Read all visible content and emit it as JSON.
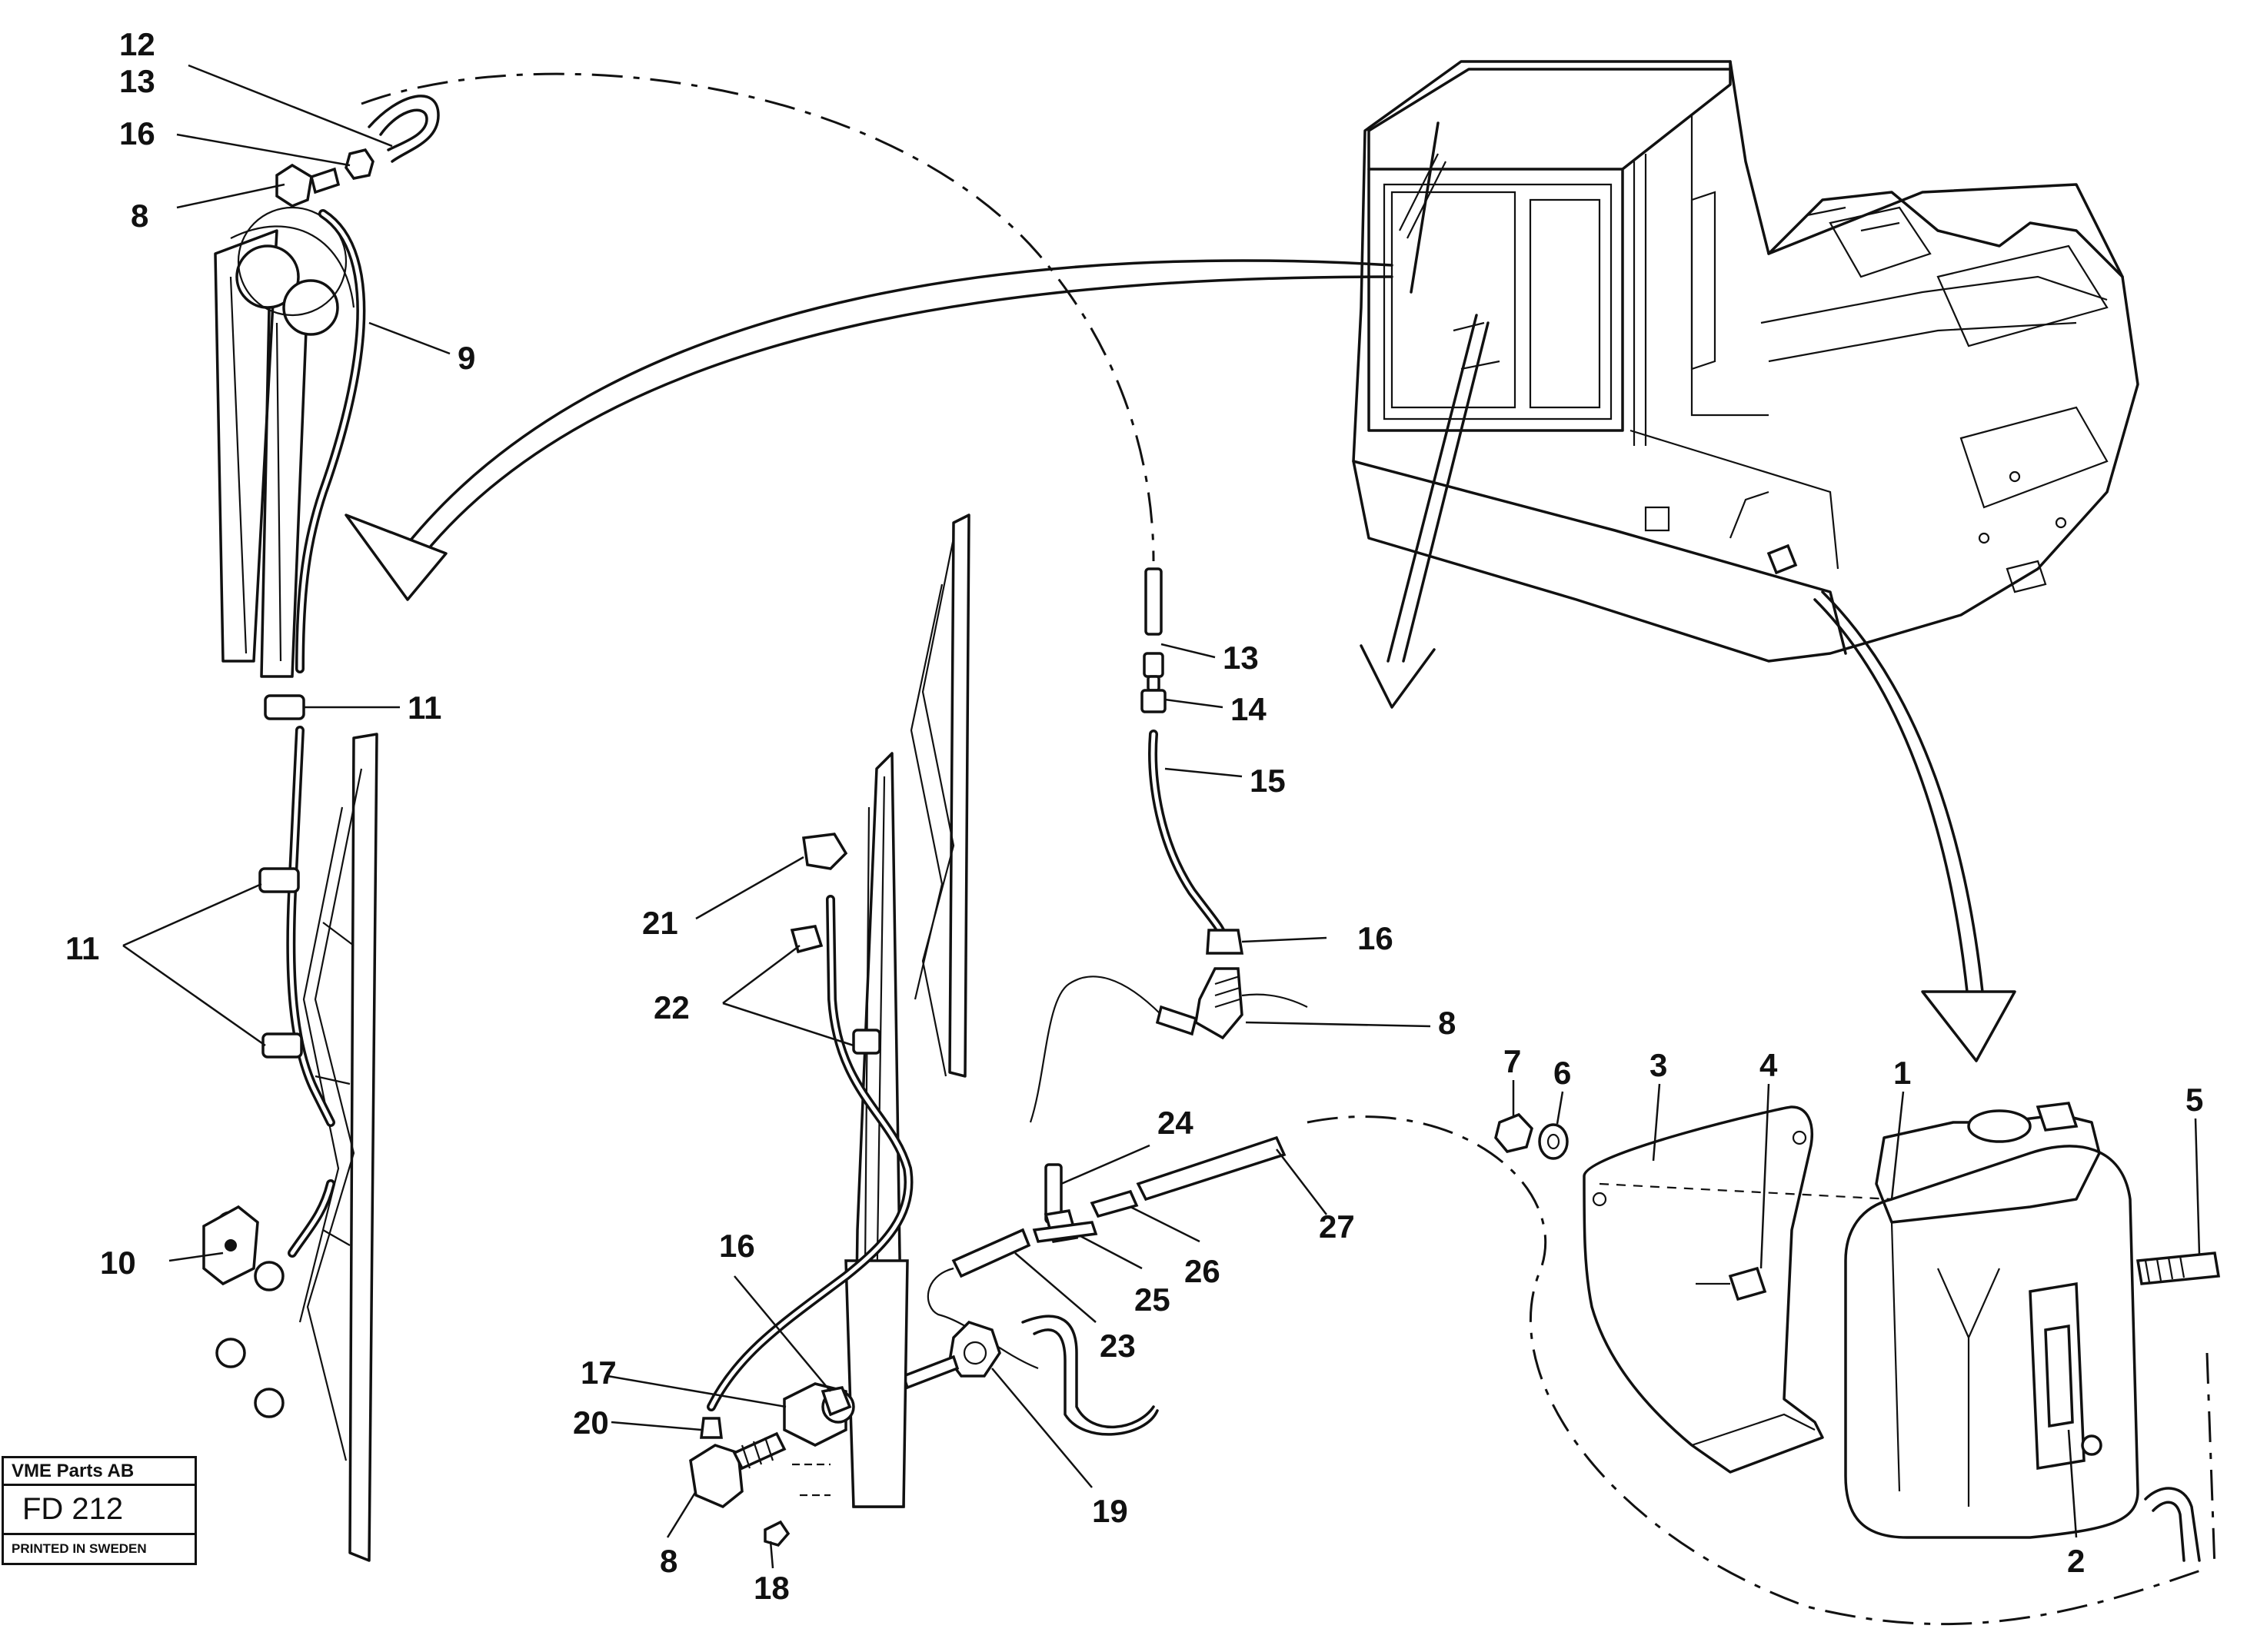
{
  "diagram": {
    "callouts": [
      {
        "id": "c12",
        "text": "12"
      },
      {
        "id": "c13a",
        "text": "13"
      },
      {
        "id": "c16a",
        "text": "16"
      },
      {
        "id": "c8a",
        "text": "8"
      },
      {
        "id": "c9",
        "text": "9"
      },
      {
        "id": "c11a",
        "text": "11"
      },
      {
        "id": "c11b",
        "text": "11"
      },
      {
        "id": "c10",
        "text": "10"
      },
      {
        "id": "c13b",
        "text": "13"
      },
      {
        "id": "c14",
        "text": "14"
      },
      {
        "id": "c15",
        "text": "15"
      },
      {
        "id": "c16b",
        "text": "16"
      },
      {
        "id": "c8b",
        "text": "8"
      },
      {
        "id": "c21",
        "text": "21"
      },
      {
        "id": "c22",
        "text": "22"
      },
      {
        "id": "c24",
        "text": "24"
      },
      {
        "id": "c27",
        "text": "27"
      },
      {
        "id": "c26",
        "text": "26"
      },
      {
        "id": "c25",
        "text": "25"
      },
      {
        "id": "c23",
        "text": "23"
      },
      {
        "id": "c16c",
        "text": "16"
      },
      {
        "id": "c17",
        "text": "17"
      },
      {
        "id": "c20",
        "text": "20"
      },
      {
        "id": "c8c",
        "text": "8"
      },
      {
        "id": "c18",
        "text": "18"
      },
      {
        "id": "c19",
        "text": "19"
      },
      {
        "id": "c7",
        "text": "7"
      },
      {
        "id": "c6",
        "text": "6"
      },
      {
        "id": "c3",
        "text": "3"
      },
      {
        "id": "c4",
        "text": "4"
      },
      {
        "id": "c1",
        "text": "1"
      },
      {
        "id": "c5",
        "text": "5"
      },
      {
        "id": "c2",
        "text": "2"
      }
    ]
  },
  "title_block": {
    "company": "VME Parts AB",
    "drawing_code": "FD 212",
    "printed": "PRINTED IN SWEDEN"
  }
}
